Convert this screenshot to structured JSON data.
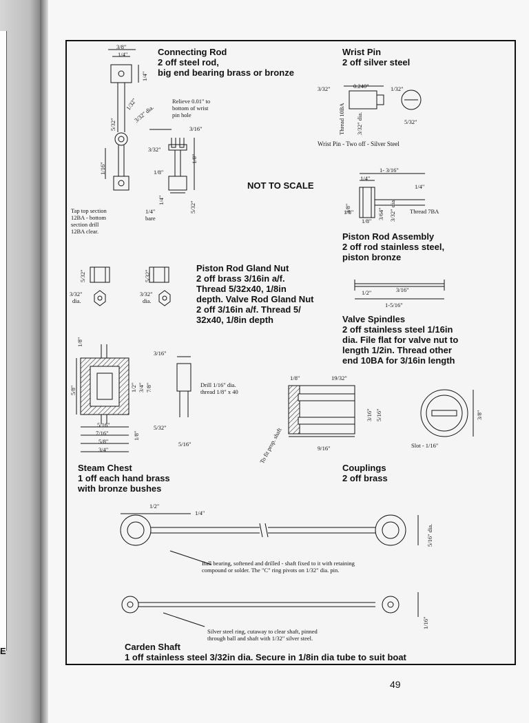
{
  "page_number": "49",
  "prev_page_letter": "E",
  "not_to_scale": "NOT TO SCALE",
  "connecting_rod": {
    "title": [
      "Connecting Rod",
      "2 off steel rod,",
      "big end bearing brass or bronze"
    ],
    "dims": [
      "3/8\"",
      "1/4\"",
      "1/4\"",
      "5/32\"",
      "1/32\"",
      "3/32\" dia.",
      "3/16\"",
      "3/32\"",
      "1/8\"",
      "1/8\"",
      "1/16\"",
      "1/4\"",
      "5/32\""
    ],
    "relieve_note": [
      "Relieve 0.01\" to",
      "bottom of wrist",
      "pin hole"
    ],
    "tap_note": [
      "Tap top section",
      "12BA - bottom",
      "section drill",
      "12BA clear."
    ],
    "bare_note": [
      "1/4\"",
      "bare"
    ]
  },
  "wrist_pin": {
    "title": [
      "Wrist Pin",
      "2 off silver steel"
    ],
    "dims": [
      "0.240\"",
      "3/32\"",
      "1/32\"",
      "Thread 10BA",
      "3/32\" dia.",
      "5/32\""
    ],
    "caption": "Wrist Pin - Two off - Silver Steel"
  },
  "piston_rod_assembly": {
    "title": [
      "Piston Rod Assembly",
      "2 off rod stainless steel,",
      "piston bronze"
    ],
    "dims": [
      "1- 3/16\"",
      "1/4\"",
      "1/4\"",
      "3/8\"",
      "1/8\"",
      "3/64\"",
      "3/32\" dia.",
      "1/8\"",
      "Thread 7BA"
    ]
  },
  "gland_nut": {
    "title": [
      "Piston Rod Gland Nut",
      "2 off brass 3/16in a/f.",
      "Thread 5/32x40, 1/8in",
      "depth. Valve Rod Gland Nut",
      "2 off 3/16in a/f. Thread 5/",
      "32x40, 1/8in depth"
    ],
    "dims": [
      "5/32\"",
      "3/32\"",
      "dia.",
      "5/32\"",
      "3/32\"",
      "dia."
    ]
  },
  "valve_spindles": {
    "title": [
      "Valve Spindles",
      "2 off stainless steel 1/16in",
      "dia. File flat for valve nut to",
      "length 1/2in. Thread other",
      "end 10BA for 3/16in length"
    ],
    "dims": [
      "1/2\"",
      "3/16\"",
      "1-5/16\""
    ]
  },
  "steam_chest": {
    "title": [
      "Steam Chest",
      "1 off each hand brass",
      "with bronze bushes"
    ],
    "dims": [
      "1/8\"",
      "5/8\"",
      "1/2\"",
      "3/4\"",
      "7/8\"",
      "1/8\"",
      "5/16\"",
      "7/16\"",
      "5/8\"",
      "3/4\"",
      "3/16\"",
      "5/32\"",
      "5/16\""
    ],
    "drill_note": [
      "Drill 1/16\" dia.",
      "thread 1/8\" x 40"
    ]
  },
  "couplings": {
    "title": [
      "Couplings",
      "2 off brass"
    ],
    "dims": [
      "1/8\"",
      "19/32\"",
      "3/16\"",
      "5/16\"",
      "9/16\"",
      "3/8\""
    ],
    "shaft_label": "To fit prop. shaft",
    "slot_label": "Slot - 1/16\""
  },
  "carden_shaft": {
    "title": [
      "Carden Shaft",
      "1 off stainless steel 3/32in dia. Secure in 1/8in dia tube to suit boat"
    ],
    "dims": [
      "1/2\"",
      "1/4\"",
      "5/16\" dia.",
      "1/16\""
    ],
    "ball_note": [
      "Ball bearing, softened and drilled - shaft fixed to it with retaining",
      "compound or solder. The \"C\" ring pivots on 1/32\" dia. pin."
    ],
    "ring_note": [
      "Silver steel ring, cutaway to clear shaft, pinned",
      "through ball and shaft with 1/32\" silver steel."
    ]
  }
}
